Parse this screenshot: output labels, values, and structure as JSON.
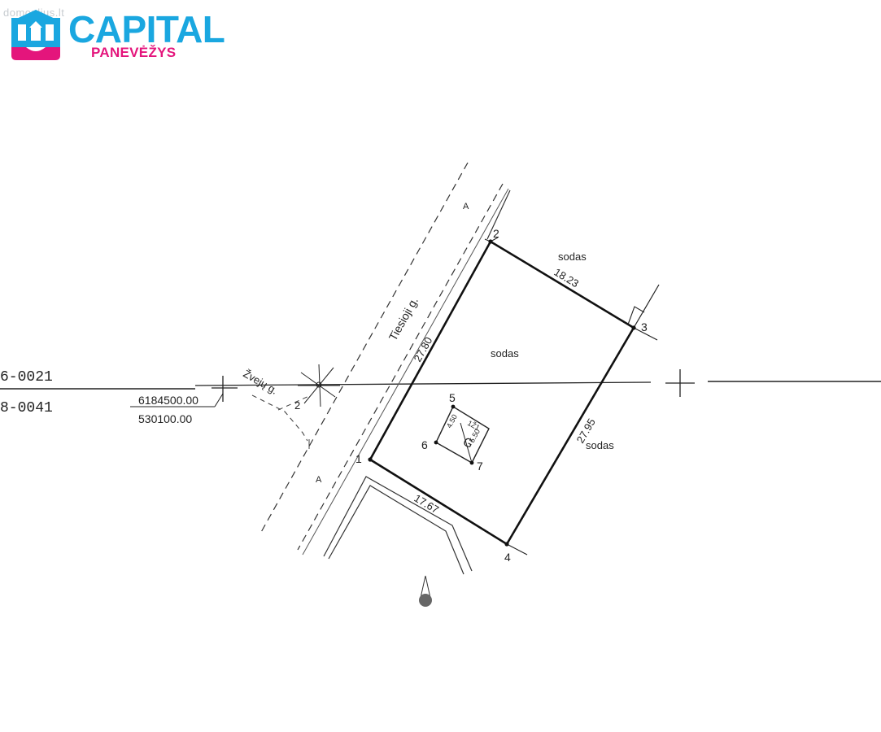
{
  "watermark": "domoplius.lt",
  "logo": {
    "brand": "CAPITAL",
    "city": "PANEVĖŽYS",
    "colors": {
      "brand": "#1aa7e0",
      "accent": "#e4157c"
    }
  },
  "plan": {
    "left_codes": [
      "6-0021",
      "8-0041"
    ],
    "coordinates": [
      "6184500.00",
      "530100.00"
    ],
    "streets": [
      "Tiesioji g.",
      "Žvejų g."
    ],
    "zone_marks": [
      "A",
      "A"
    ],
    "land_use": [
      "sodas",
      "sodas",
      "sodas"
    ],
    "parcel_points": [
      "1",
      "2",
      "3",
      "4"
    ],
    "building_points": [
      "5",
      "6",
      "7"
    ],
    "building_code": "1Ž1",
    "building_label": "G",
    "building_dims": [
      "5.50",
      "4.50"
    ],
    "lengths": [
      "27.80",
      "18.23",
      "27.95",
      "17.67"
    ],
    "compass_label": "2",
    "line_color": "#111111"
  }
}
